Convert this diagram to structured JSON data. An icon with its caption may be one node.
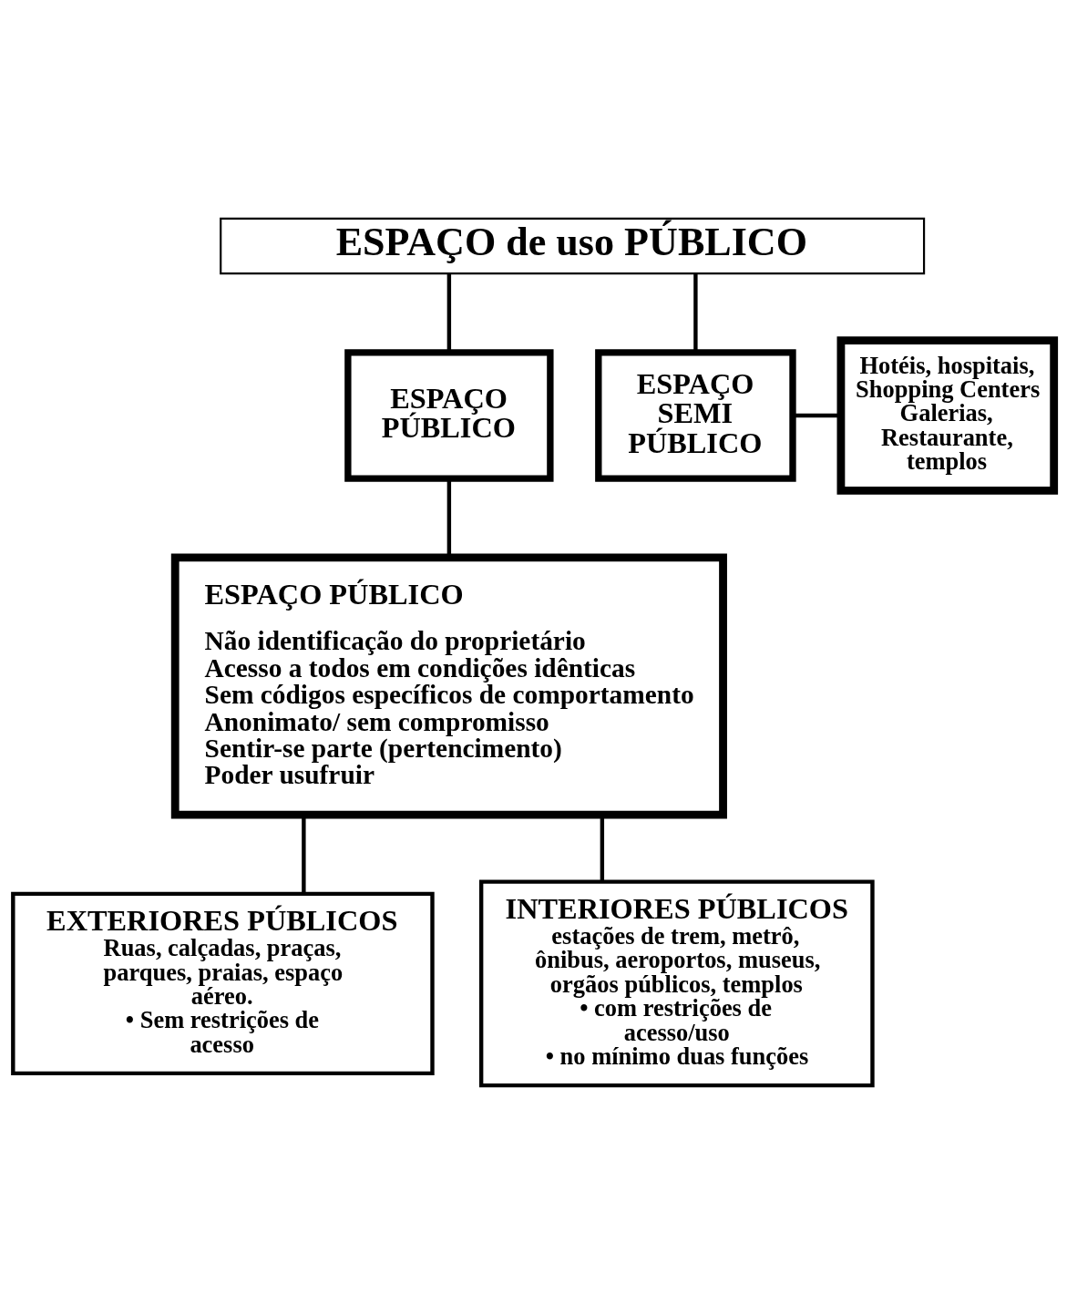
{
  "diagram": {
    "nodes": [
      {
        "text": [
          "ESPAÇO de uso PÚBLICO"
        ]
      },
      {
        "text": [
          "ESPAÇO PÚBLICO"
        ]
      },
      {
        "text": [
          "ESPAÇO SEMI PÚBLICO"
        ]
      },
      {
        "text": [
          "Hotéis, hospitais, Shopping Centers Galerias, Restaurante, templos"
        ]
      },
      {
        "text": [
          "ESPAÇO PÚBLICO",
          "Não identificação do proprietário",
          "Acesso a todos em condições idênticas",
          "Sem códigos específicos de comportamento",
          "Anonimato/ sem compromisso",
          "Sentir-se parte (pertencimento)",
          "Poder usufruir"
        ]
      },
      {
        "text": [
          "EXTERIORES PÚBLICOS",
          "Ruas, calçadas, praças, parques, praias, espaço aéreo.",
          "• Sem restrições de acesso"
        ]
      },
      {
        "text": [
          "INTERIORES PÚBLICOS",
          "estações de trem, metrô, ônibus, aeroportos, museus, orgãos públicos, templos",
          "• com restrições de acesso/uso",
          "• no mínimo duas funções"
        ]
      }
    ],
    "edges": [
      {
        "from": 0,
        "to": 1,
        "arrow": "none"
      },
      {
        "from": 0,
        "to": 2,
        "arrow": "none"
      },
      {
        "from": 2,
        "to": 3,
        "arrow": "none"
      },
      {
        "from": 1,
        "to": 4,
        "arrow": "none"
      },
      {
        "from": 4,
        "to": 5,
        "arrow": "none"
      },
      {
        "from": 4,
        "to": 6,
        "arrow": "none"
      }
    ]
  }
}
